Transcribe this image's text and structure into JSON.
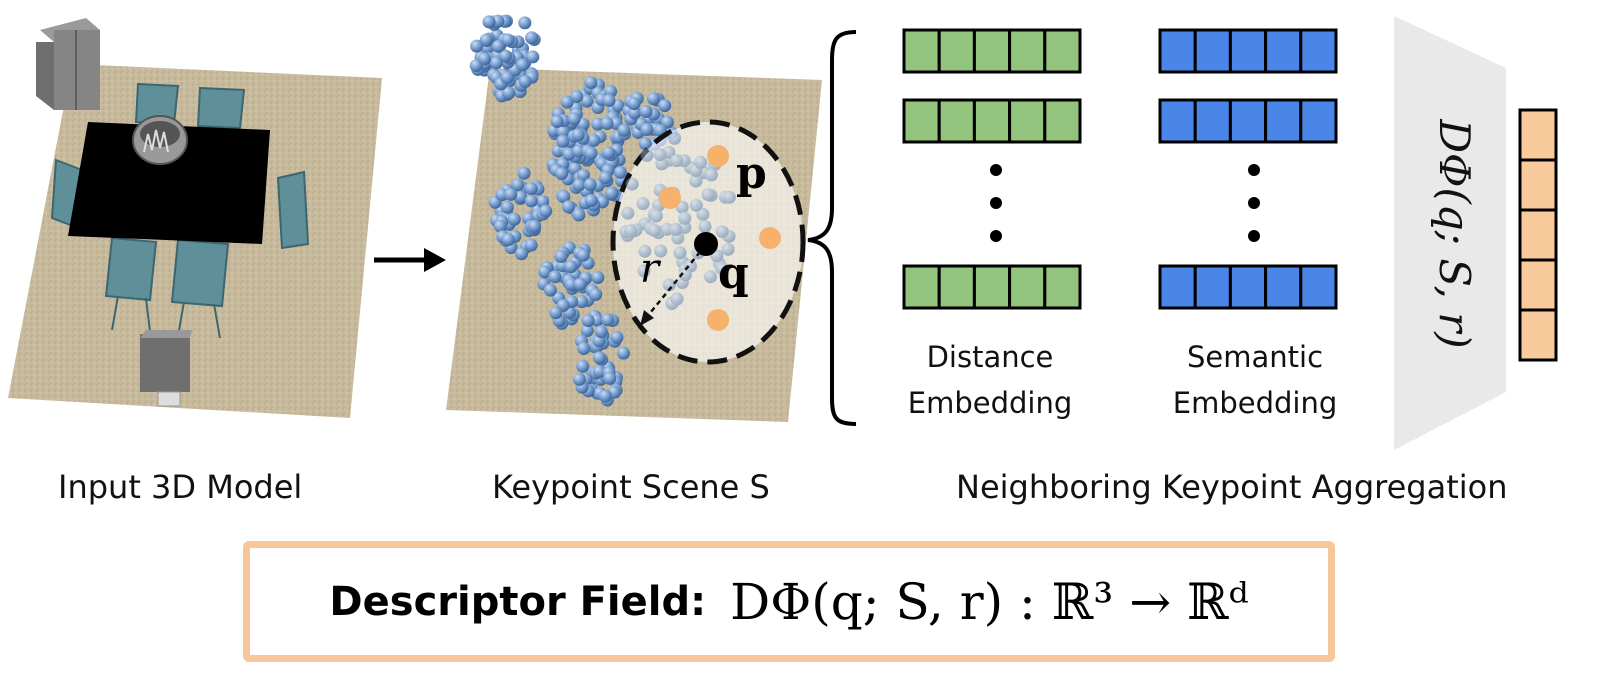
{
  "captions": {
    "input_model": "Input 3D Model",
    "keypoint_scene": "Keypoint Scene S",
    "aggregation": "Neighboring Keypoint Aggregation"
  },
  "scene_labels": {
    "p": "p",
    "q": "q",
    "r": "r"
  },
  "embeddings": {
    "distance": {
      "line1": "Distance",
      "line2": "Embedding"
    },
    "semantic": {
      "line1": "Semantic",
      "line2": "Embedding"
    },
    "dots": "⋮"
  },
  "decoder_label": "DΦ(q; S, r)",
  "formula": {
    "label": "Descriptor Field:",
    "expression": "DΦ(q; S, r) : ℝ³ → ℝᵈ"
  },
  "colors": {
    "distance_cells": "#93c47d",
    "semantic_cells": "#4a86e8",
    "output_cells": "#f9cb9c",
    "keypoints": "#6d9eeb",
    "neighbor_points": "#f6b26b",
    "floor": "#c9bc9f",
    "decoder": "#e8e8e8"
  }
}
